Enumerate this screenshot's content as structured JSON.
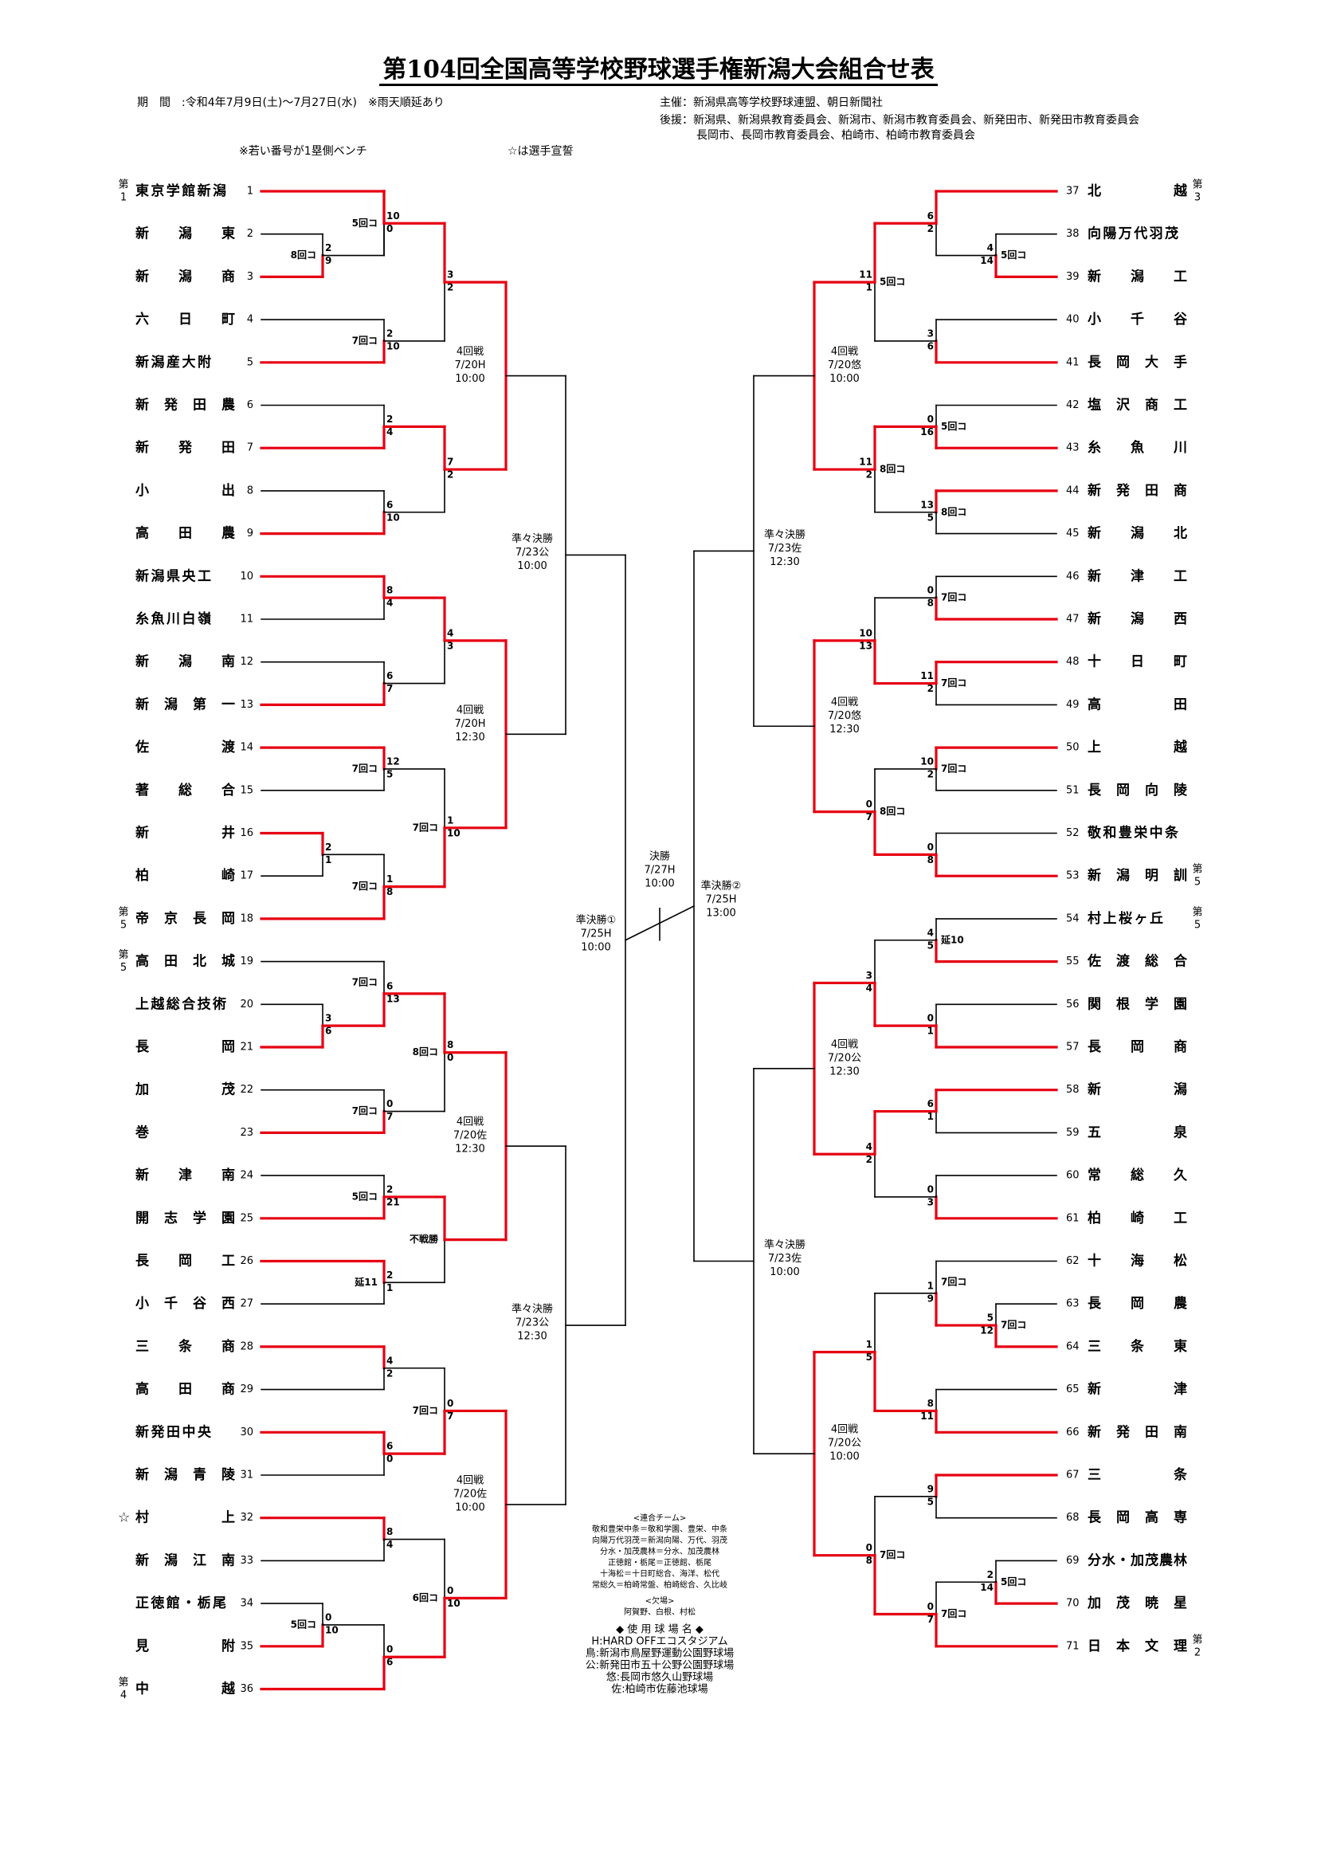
{
  "header": {
    "title": "第104回全国高等学校野球選手権新潟大会組合せ表",
    "period": "期　間　:令和4年7月9日(土)～7月27日(水)　※雨天順延あり",
    "organizer": "主催：新潟県高等学校野球連盟、朝日新聞社",
    "sponsor1": "後援：新潟県、新潟県教育委員会、新潟市、新潟市教育委員会、新発田市、新発田市教育委員会",
    "sponsor2": "長岡市、長岡市教育委員会、柏崎市、柏崎市教育委員会",
    "note_bench": "※若い番号が1塁側ベンチ",
    "note_oath": "☆は選手宣誓"
  },
  "colors": {
    "winner_line": "#e60012",
    "line": "#000000"
  },
  "teams_left": [
    {
      "n": "1",
      "name": "東京学館新潟"
    },
    {
      "n": "2",
      "name": "新潟東"
    },
    {
      "n": "3",
      "name": "新潟商"
    },
    {
      "n": "4",
      "name": "六日町"
    },
    {
      "n": "5",
      "name": "新潟産大附"
    },
    {
      "n": "6",
      "name": "新発田農"
    },
    {
      "n": "7",
      "name": "新発田"
    },
    {
      "n": "8",
      "name": "小出"
    },
    {
      "n": "9",
      "name": "高田農"
    },
    {
      "n": "10",
      "name": "新潟県央工"
    },
    {
      "n": "11",
      "name": "糸魚川白嶺"
    },
    {
      "n": "12",
      "name": "新潟南"
    },
    {
      "n": "13",
      "name": "新潟第一"
    },
    {
      "n": "14",
      "name": "佐渡"
    },
    {
      "n": "15",
      "name": "著総合"
    },
    {
      "n": "16",
      "name": "新井"
    },
    {
      "n": "17",
      "name": "柏崎"
    },
    {
      "n": "18",
      "name": "帝京長岡"
    },
    {
      "n": "19",
      "name": "高田北城"
    },
    {
      "n": "20",
      "name": "上越総合技術"
    },
    {
      "n": "21",
      "name": "長岡"
    },
    {
      "n": "22",
      "name": "加茂"
    },
    {
      "n": "23",
      "name": "巻"
    },
    {
      "n": "24",
      "name": "新津南"
    },
    {
      "n": "25",
      "name": "開志学園"
    },
    {
      "n": "26",
      "name": "長岡工"
    },
    {
      "n": "27",
      "name": "小千谷西"
    },
    {
      "n": "28",
      "name": "三条商"
    },
    {
      "n": "29",
      "name": "高田商"
    },
    {
      "n": "30",
      "name": "新発田中央"
    },
    {
      "n": "31",
      "name": "新潟青陵"
    },
    {
      "n": "32",
      "name": "☆村上"
    },
    {
      "n": "33",
      "name": "新潟江南"
    },
    {
      "n": "34",
      "name": "正徳館・栃尾"
    },
    {
      "n": "35",
      "name": "見附"
    },
    {
      "n": "36",
      "name": "中越"
    }
  ],
  "teams_right": [
    {
      "n": "37",
      "name": "北越"
    },
    {
      "n": "38",
      "name": "向陽万代羽茂"
    },
    {
      "n": "39",
      "name": "新潟工"
    },
    {
      "n": "40",
      "name": "小千谷"
    },
    {
      "n": "41",
      "name": "長岡大手"
    },
    {
      "n": "42",
      "name": "塩沢商工"
    },
    {
      "n": "43",
      "name": "糸魚川"
    },
    {
      "n": "44",
      "name": "新発田商"
    },
    {
      "n": "45",
      "name": "新潟北"
    },
    {
      "n": "46",
      "name": "新津工"
    },
    {
      "n": "47",
      "name": "新潟西"
    },
    {
      "n": "48",
      "name": "十日町"
    },
    {
      "n": "49",
      "name": "高田"
    },
    {
      "n": "50",
      "name": "上越"
    },
    {
      "n": "51",
      "name": "長岡向陵"
    },
    {
      "n": "52",
      "name": "敬和豊栄中条"
    },
    {
      "n": "53",
      "name": "新潟明訓"
    },
    {
      "n": "54",
      "name": "村上桜ヶ丘"
    },
    {
      "n": "55",
      "name": "佐渡総合"
    },
    {
      "n": "56",
      "name": "関根学園"
    },
    {
      "n": "57",
      "name": "長岡商"
    },
    {
      "n": "58",
      "name": "新潟"
    },
    {
      "n": "59",
      "name": "五泉"
    },
    {
      "n": "60",
      "name": "常総久"
    },
    {
      "n": "61",
      "name": "柏崎工"
    },
    {
      "n": "62",
      "name": "十海松"
    },
    {
      "n": "63",
      "name": "長岡農"
    },
    {
      "n": "64",
      "name": "三条東"
    },
    {
      "n": "65",
      "name": "新津"
    },
    {
      "n": "66",
      "name": "新発田南"
    },
    {
      "n": "67",
      "name": "三条"
    },
    {
      "n": "68",
      "name": "長岡高専"
    },
    {
      "n": "69",
      "name": "分水・加茂農林"
    },
    {
      "n": "70",
      "name": "加茂暁星"
    },
    {
      "n": "71",
      "name": "日本文理"
    }
  ],
  "seeds": {
    "t1": "第1",
    "t18": "第5",
    "t19": "第5",
    "t36": "第4",
    "t37": "第3",
    "t53": "第5",
    "t54": "第5",
    "t71": "第2"
  },
  "rounds": {
    "r4_L1": {
      "name": "4回戦",
      "date": "7/20H",
      "time": "10:00"
    },
    "r4_L2": {
      "name": "4回戦",
      "date": "7/20H",
      "time": "12:30"
    },
    "r4_L3": {
      "name": "4回戦",
      "date": "7/20佐",
      "time": "12:30"
    },
    "r4_L4": {
      "name": "4回戦",
      "date": "7/20佐",
      "time": "10:00"
    },
    "qf_L1": {
      "name": "準々決勝",
      "date": "7/23公",
      "time": "10:00"
    },
    "qf_L2": {
      "name": "準々決勝",
      "date": "7/23公",
      "time": "12:30"
    },
    "sf_1": {
      "name": "準決勝①",
      "date": "7/25H",
      "time": "10:00"
    },
    "final": {
      "name": "決勝",
      "date": "7/27H",
      "time": "10:00"
    },
    "sf_2": {
      "name": "準決勝②",
      "date": "7/25H",
      "time": "13:00"
    },
    "qf_R1": {
      "name": "準々決勝",
      "date": "7/23佐",
      "time": "12:30"
    },
    "qf_R2": {
      "name": "準々決勝",
      "date": "7/23佐",
      "time": "10:00"
    },
    "r4_R1": {
      "name": "4回戦",
      "date": "7/20悠",
      "time": "10:00"
    },
    "r4_R2": {
      "name": "4回戦",
      "date": "7/20悠",
      "time": "12:30"
    },
    "r4_R3": {
      "name": "4回戦",
      "date": "7/20公",
      "time": "12:30"
    },
    "r4_R4": {
      "name": "4回戦",
      "date": "7/20公",
      "time": "10:00"
    }
  },
  "scores": {
    "m2_3_a": "2",
    "m2_3_b": "9",
    "m2_3_note": "8回コ",
    "m1_23_a": "10",
    "m1_23_b": "0",
    "m1_23_note": "5回コ",
    "m4_5_a": "2",
    "m4_5_b": "10",
    "m4_5_note": "7回コ",
    "q1_a": "3",
    "q1_b": "2",
    "m6_7_a": "2",
    "m6_7_b": "4",
    "m8_9_a": "6",
    "m8_9_b": "10",
    "q2_a": "7",
    "q2_b": "2",
    "m10_11_a": "8",
    "m10_11_b": "4",
    "m12_13_a": "6",
    "m12_13_b": "7",
    "q3_a": "4",
    "q3_b": "3",
    "m14_15_a": "12",
    "m14_15_b": "5",
    "m14_15_note": "7回コ",
    "m16_17_a": "2",
    "m16_17_b": "1",
    "m1617_18_a": "1",
    "m1617_18_b": "8",
    "m1617_18_note": "7回コ",
    "q4_a": "1",
    "q4_b": "10",
    "q4_note": "7回コ",
    "m20_21_a": "3",
    "m20_21_b": "6",
    "m19_2021_a": "6",
    "m19_2021_b": "13",
    "m19_2021_note": "7回コ",
    "m22_23_a": "0",
    "m22_23_b": "7",
    "m22_23_note": "7回コ",
    "q5_a": "8",
    "q5_b": "0",
    "q5_note": "8回コ",
    "m24_25_a": "2",
    "m24_25_b": "21",
    "m24_25_note": "5回コ",
    "m26_27_a": "2",
    "m26_27_b": "1",
    "m26_27_note": "延11",
    "q6_note": "不戦勝",
    "m28_29_a": "4",
    "m28_29_b": "2",
    "m30_31_a": "6",
    "m30_31_b": "0",
    "q7_a": "0",
    "q7_b": "7",
    "q7_note": "7回コ",
    "m32_33_a": "8",
    "m32_33_b": "4",
    "m34_35_a": "0",
    "m34_35_b": "10",
    "m34_35_note": "5回コ",
    "m3435_36_a": "0",
    "m3435_36_b": "6",
    "q8_a": "0",
    "q8_b": "10",
    "q8_note": "6回コ",
    "m38_39_a": "4",
    "m38_39_b": "14",
    "m38_39_note": "5回コ",
    "m37_3839_a": "6",
    "m37_3839_b": "2",
    "m40_41_a": "3",
    "m40_41_b": "6",
    "q9_a": "11",
    "q9_b": "1",
    "q9_note": "5回コ",
    "m42_43_a": "0",
    "m42_43_b": "16",
    "m42_43_note": "5回コ",
    "m44_45_a": "13",
    "m44_45_b": "5",
    "m44_45_note": "8回コ",
    "q10_a": "11",
    "q10_b": "2",
    "q10_note": "8回コ",
    "m46_47_a": "0",
    "m46_47_b": "8",
    "m46_47_note": "7回コ",
    "m48_49_a": "11",
    "m48_49_b": "2",
    "m48_49_note": "7回コ",
    "q11_a": "10",
    "q11_b": "13",
    "m50_51_a": "10",
    "m50_51_b": "2",
    "m50_51_note": "7回コ",
    "m52_53_a": "0",
    "m52_53_b": "8",
    "q12_a": "0",
    "q12_b": "7",
    "q12_note": "8回コ",
    "m54_55_a": "4",
    "m54_55_b": "5",
    "m54_55_note": "延10",
    "m56_57_a": "0",
    "m56_57_b": "1",
    "q13_a": "3",
    "q13_b": "4",
    "m58_59_a": "6",
    "m58_59_b": "1",
    "m60_61_a": "0",
    "m60_61_b": "3",
    "q14_a": "4",
    "q14_b": "2",
    "m63_64_a": "5",
    "m63_64_b": "12",
    "m63_64_note": "7回コ",
    "m62_6364_a": "1",
    "m62_6364_b": "9",
    "m62_6364_note": "7回コ",
    "m65_66_a": "8",
    "m65_66_b": "11",
    "q15_a": "1",
    "q15_b": "5",
    "m67_68_a": "9",
    "m67_68_b": "5",
    "m69_70_a": "2",
    "m69_70_b": "14",
    "m69_70_note": "5回コ",
    "m6970_71_a": "0",
    "m6970_71_b": "7",
    "m6970_71_note": "7回コ",
    "q16_a": "0",
    "q16_b": "8",
    "q16_note": "7回コ"
  },
  "legend": {
    "joint_title": "<連合チーム>",
    "joint_lines": [
      "敬和豊栄中条＝敬和学園、豊栄、中条",
      "向陽万代羽茂＝新潟向陽、万代、羽茂",
      "分水・加茂農林＝分水、加茂農林",
      "正徳館・栃尾＝正徳館、栃尾",
      "十海松＝十日町総合、海洋、松代",
      "常総久＝柏崎常盤、柏崎総合、久比岐"
    ],
    "absent_title": "<欠場>",
    "absent_line": "阿賀野、白根、村松",
    "venue_title": "◆ 使 用 球 場 名 ◆",
    "venue_lines": [
      "H:HARD OFFエコスタジアム",
      "鳥:新潟市鳥屋野運動公園野球場",
      "公:新発田市五十公野公園野球場",
      "悠:長岡市悠久山野球場",
      "佐:柏崎市佐藤池球場"
    ]
  }
}
